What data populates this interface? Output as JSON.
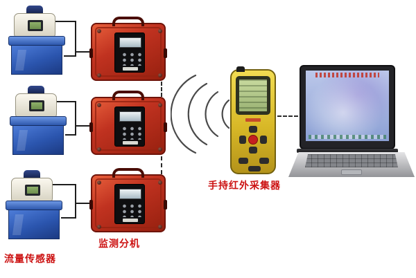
{
  "diagram": {
    "labels": {
      "flow_sensor": "流量传感器",
      "monitor_unit": "监测分机",
      "handheld_collector": "手持红外采集器"
    },
    "icons": {
      "wireless_signal": "concentric-arcs"
    },
    "colors": {
      "label_red": "#cc1111",
      "monitor_box_red": "#b53020",
      "sensor_housing_blue": "#2b55ae",
      "handheld_yellow": "#d8b827"
    }
  }
}
